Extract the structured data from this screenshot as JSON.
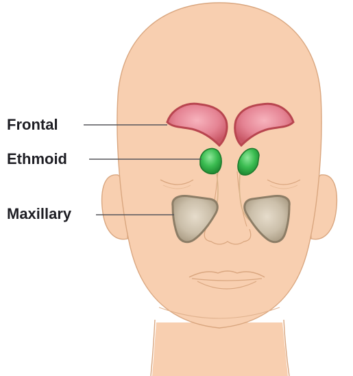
{
  "labels": {
    "frontal": "Frontal",
    "ethmoid": "Ethmoid",
    "maxillary": "Maxillary"
  },
  "colors": {
    "skin": "#f8cfb0",
    "skin_outline": "#d9a67f",
    "frontal_fill": "#e07a88",
    "frontal_outline": "#b8454f",
    "ethmoid_fill": "#35b24a",
    "ethmoid_outline": "#1d7a2c",
    "maxillary_fill": "#c7bba7",
    "maxillary_outline": "#8c7d66",
    "leader_line": "#55555a",
    "text": "#1e1e24"
  }
}
